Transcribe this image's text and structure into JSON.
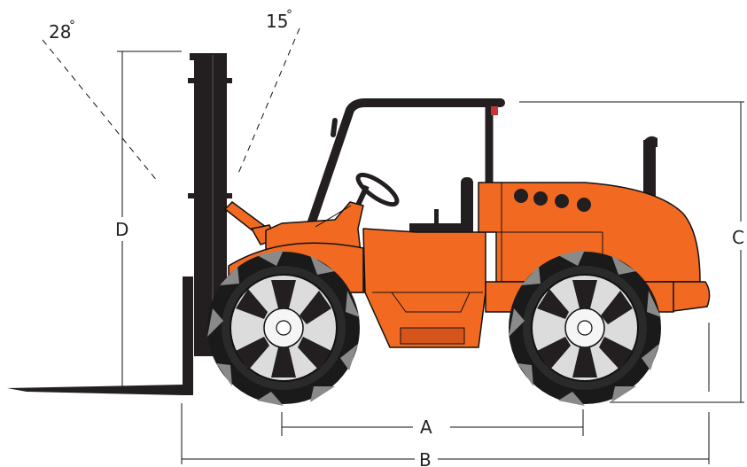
{
  "angles": {
    "tilt_back": "28",
    "tilt_forward": "15",
    "degree_symbol": "°"
  },
  "dimensions": {
    "a": "A",
    "b": "B",
    "c": "C",
    "d": "D"
  },
  "colors": {
    "body": "#f26a21",
    "body_dark": "#d4541a",
    "mast": "#231f20",
    "line": "#111111",
    "tire": "#1a1a1a",
    "tread": "#8a8a8a",
    "rim": "#e6e6e6"
  }
}
